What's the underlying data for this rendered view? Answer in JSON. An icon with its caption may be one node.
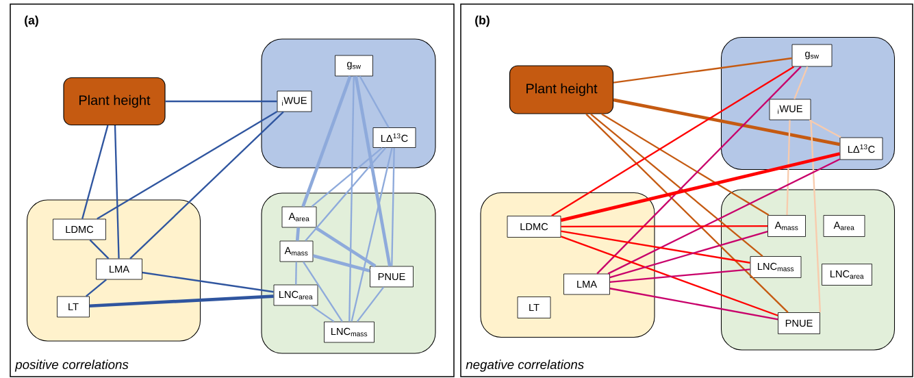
{
  "diagram": {
    "nodes": [
      {
        "text": [
          "(a)",
          "positive correlations"
        ]
      },
      {
        "text": [],
        "shape": "box",
        "in": 0
      },
      {
        "text": [],
        "shape": "box",
        "in": 0
      },
      {
        "text": [],
        "shape": "box",
        "in": 0
      },
      {
        "text": [
          "Plant height"
        ],
        "in": 0
      },
      {
        "text": [
          "g$_{sw}$"
        ],
        "in": 1
      },
      {
        "text": [
          "$_{i}$WUE"
        ],
        "in": 1
      },
      {
        "text": [
          "LΔ$^{13}$C"
        ],
        "in": 1
      },
      {
        "text": [
          "LDMC"
        ],
        "in": 2
      },
      {
        "text": [
          "LMA"
        ],
        "in": 2
      },
      {
        "text": [
          "LT"
        ],
        "in": 2
      },
      {
        "text": [
          "A$_{area}$"
        ],
        "in": 3
      },
      {
        "text": [
          "A$_{mass}$"
        ],
        "in": 3
      },
      {
        "text": [
          "PNUE"
        ],
        "in": 3
      },
      {
        "text": [
          "LNC$_{area}$"
        ],
        "in": 3
      },
      {
        "text": [
          "LNC$_{mass}$"
        ],
        "in": 3
      },
      {
        "text": [
          "(b)",
          "negative correlations"
        ]
      },
      {
        "text": [],
        "shape": "box",
        "in": 16
      },
      {
        "text": [],
        "shape": "box",
        "in": 16
      },
      {
        "text": [],
        "shape": "box",
        "in": 16
      },
      {
        "text": [
          "Plant height"
        ],
        "in": 16
      },
      {
        "text": [
          "g$_{sw}$"
        ],
        "in": 17
      },
      {
        "text": [
          "$_{i}$WUE"
        ],
        "in": 17
      },
      {
        "text": [
          "LΔ$^{13}$C"
        ],
        "in": 17
      },
      {
        "text": [
          "LDMC"
        ],
        "in": 18
      },
      {
        "text": [
          "LMA"
        ],
        "in": 18
      },
      {
        "text": [
          "LT"
        ],
        "in": 18
      },
      {
        "text": [
          "A$_{mass}$"
        ],
        "in": 19
      },
      {
        "text": [
          "A$_{area}$"
        ],
        "in": 19
      },
      {
        "text": [
          "LNC$_{mass}$"
        ],
        "in": 19
      },
      {
        "text": [
          "LNC$_{area}$"
        ],
        "in": 19
      },
      {
        "text": [
          "PNUE"
        ],
        "in": 19
      }
    ],
    "edges": [
      {
        "from": 4,
        "to": 6,
        "arrow": "none",
        "color": "#2f559f"
      },
      {
        "from": 4,
        "to": 8,
        "arrow": "none",
        "color": "#2f559f"
      },
      {
        "from": 4,
        "to": 9,
        "arrow": "none",
        "color": "#2f559f"
      },
      {
        "from": 6,
        "to": 8,
        "arrow": "none",
        "color": "#2f559f"
      },
      {
        "from": 6,
        "to": 9,
        "arrow": "none",
        "color": "#2f559f"
      },
      {
        "from": 8,
        "to": 9,
        "arrow": "none",
        "color": "#2f559f"
      },
      {
        "from": 9,
        "to": 10,
        "arrow": "none",
        "color": "#2f559f"
      },
      {
        "from": 9,
        "to": 14,
        "arrow": "none",
        "color": "#2f559f"
      },
      {
        "from": 10,
        "to": 14,
        "arrow": "none",
        "style": "thick",
        "color": "#2f559f"
      },
      {
        "from": 5,
        "to": 11,
        "arrow": "none",
        "style": "thick"
      },
      {
        "from": 11,
        "to": 12,
        "arrow": "none",
        "style": "thick"
      },
      {
        "from": 5,
        "to": 15,
        "arrow": "none"
      },
      {
        "from": 5,
        "to": 13,
        "arrow": "none",
        "style": "thick"
      },
      {
        "from": 5,
        "to": 7,
        "arrow": "none"
      },
      {
        "from": 7,
        "to": 11,
        "arrow": "none"
      },
      {
        "from": 7,
        "to": 12,
        "arrow": "none"
      },
      {
        "from": 7,
        "to": 15,
        "arrow": "none"
      },
      {
        "from": 7,
        "to": 13,
        "arrow": "none"
      },
      {
        "from": 11,
        "to": 13,
        "arrow": "none",
        "style": "thick"
      },
      {
        "from": 12,
        "to": 13,
        "arrow": "none",
        "style": "thick"
      },
      {
        "from": 12,
        "to": 14,
        "arrow": "none"
      },
      {
        "from": 12,
        "to": 15,
        "arrow": "none"
      },
      {
        "from": 14,
        "to": 15,
        "arrow": "none"
      },
      {
        "from": 13,
        "to": 15,
        "arrow": "none"
      },
      {
        "from": 20,
        "to": 21,
        "arrow": "none",
        "color": "#c55a11"
      },
      {
        "from": 20,
        "to": 23,
        "arrow": "none",
        "style": "thick",
        "color": "#c55a11"
      },
      {
        "from": 20,
        "to": 27,
        "arrow": "none",
        "color": "#c55a11"
      },
      {
        "from": 20,
        "to": 29,
        "arrow": "none",
        "color": "#c55a11"
      },
      {
        "from": 20,
        "to": 31,
        "arrow": "none",
        "color": "#c55a11"
      },
      {
        "from": 21,
        "to": 24,
        "arrow": "none",
        "color": "#ff0000"
      },
      {
        "from": 21,
        "to": 25,
        "arrow": "none",
        "color": "#c8006a"
      },
      {
        "from": 21,
        "to": 22,
        "arrow": "none",
        "color": "#f8cbad"
      },
      {
        "from": 22,
        "to": 23,
        "arrow": "none",
        "color": "#f8cbad"
      },
      {
        "from": 22,
        "to": 27,
        "arrow": "none",
        "color": "#f8cbad"
      },
      {
        "from": 22,
        "to": 31,
        "arrow": "none",
        "color": "#f8cbad"
      },
      {
        "from": 24,
        "to": 23,
        "arrow": "none",
        "style": "thick",
        "color": "#ff0000"
      },
      {
        "from": 25,
        "to": 23,
        "arrow": "none",
        "color": "#c8006a"
      },
      {
        "from": 24,
        "to": 27,
        "arrow": "none",
        "color": "#ff0000"
      },
      {
        "from": 24,
        "to": 29,
        "arrow": "none",
        "color": "#ff0000"
      },
      {
        "from": 24,
        "to": 31,
        "arrow": "none",
        "color": "#ff0000"
      },
      {
        "from": 25,
        "to": 27,
        "arrow": "none",
        "color": "#c8006a"
      },
      {
        "from": 25,
        "to": 29,
        "arrow": "none",
        "color": "#c8006a"
      },
      {
        "from": 25,
        "to": 31,
        "arrow": "none",
        "color": "#c8006a"
      }
    ]
  }
}
